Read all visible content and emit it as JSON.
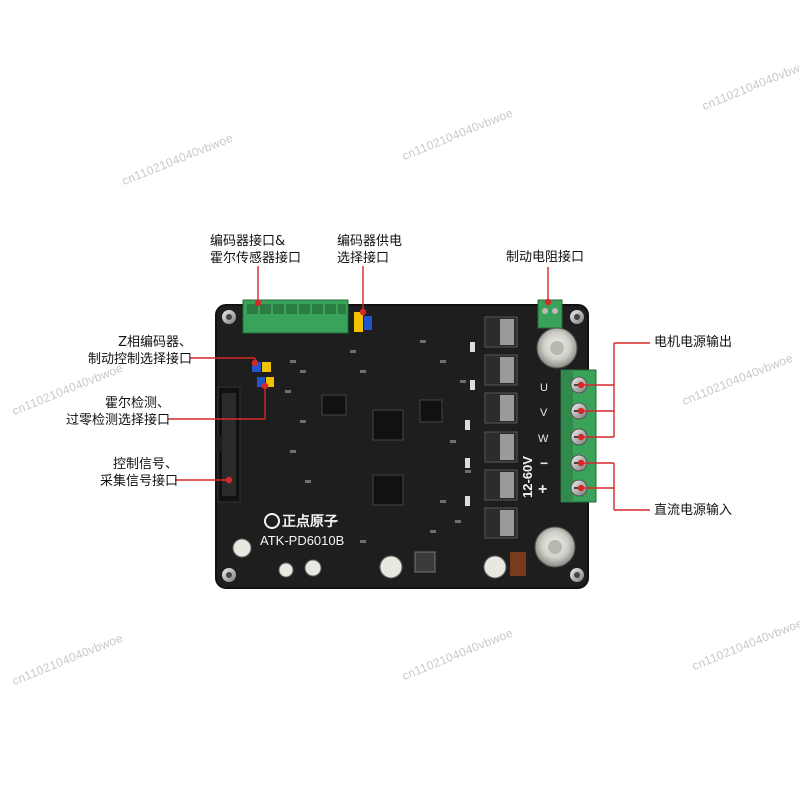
{
  "watermark": "cn1102104040vbwoe",
  "board": {
    "brand": "正点原子",
    "model": "ATK-PD6010B",
    "voltage": "12-60V",
    "phase_u": "U",
    "phase_v": "V",
    "phase_w": "W",
    "minus": "−",
    "plus": "+"
  },
  "callouts": {
    "encoder_hall": [
      "编码器接口&",
      "霍尔传感器接口"
    ],
    "encoder_power": [
      "编码器供电",
      "选择接口"
    ],
    "brake_resistor": [
      "制动电阻接口"
    ],
    "z_phase": [
      "Z相编码器、",
      "制动控制选择接口"
    ],
    "hall_zero": [
      "霍尔检测、",
      "过零检测选择接口"
    ],
    "control_signal": [
      "控制信号、",
      "采集信号接口"
    ],
    "motor_output": [
      "电机电源输出"
    ],
    "dc_input": [
      "直流电源输入"
    ]
  },
  "colors": {
    "pcb": "#1e1e1e",
    "terminal_green": "#3aa35a",
    "callout_red": "#d62828"
  }
}
